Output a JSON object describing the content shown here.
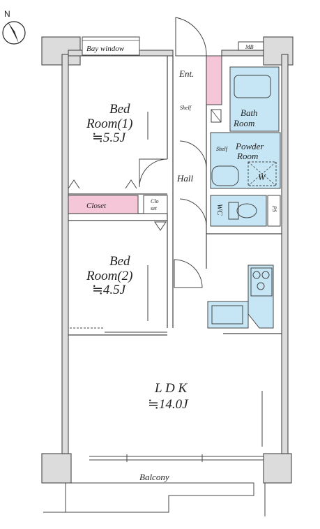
{
  "compass": {
    "label": "N"
  },
  "rooms": {
    "bay_window": "Bay window",
    "mb": "MB",
    "entrance": "Ent.",
    "shelf_ent": "Shelf",
    "bedroom1": {
      "name1": "Bed",
      "name2": "Room(1)",
      "size": "≒5.5J"
    },
    "bath": {
      "name1": "Bath",
      "name2": "Room"
    },
    "shelf_powder": "Shelf",
    "powder": {
      "name1": "Powder",
      "name2": "Room"
    },
    "washer": "W",
    "hall": "Hall",
    "closet": "Closet",
    "closet_small": {
      "line1": "Clo",
      "line2": "set"
    },
    "wc": "WC",
    "ps": "PS",
    "bedroom2": {
      "name1": "Bed",
      "name2": "Room(2)",
      "size": "≒4.5J"
    },
    "ldk": {
      "name": "L D K",
      "size": "≒14.0J"
    },
    "balcony": "Balcony"
  },
  "colors": {
    "wet_area": "#c6e6f5",
    "closet": "#f4c6d8",
    "wall": "#dcdcdc"
  }
}
